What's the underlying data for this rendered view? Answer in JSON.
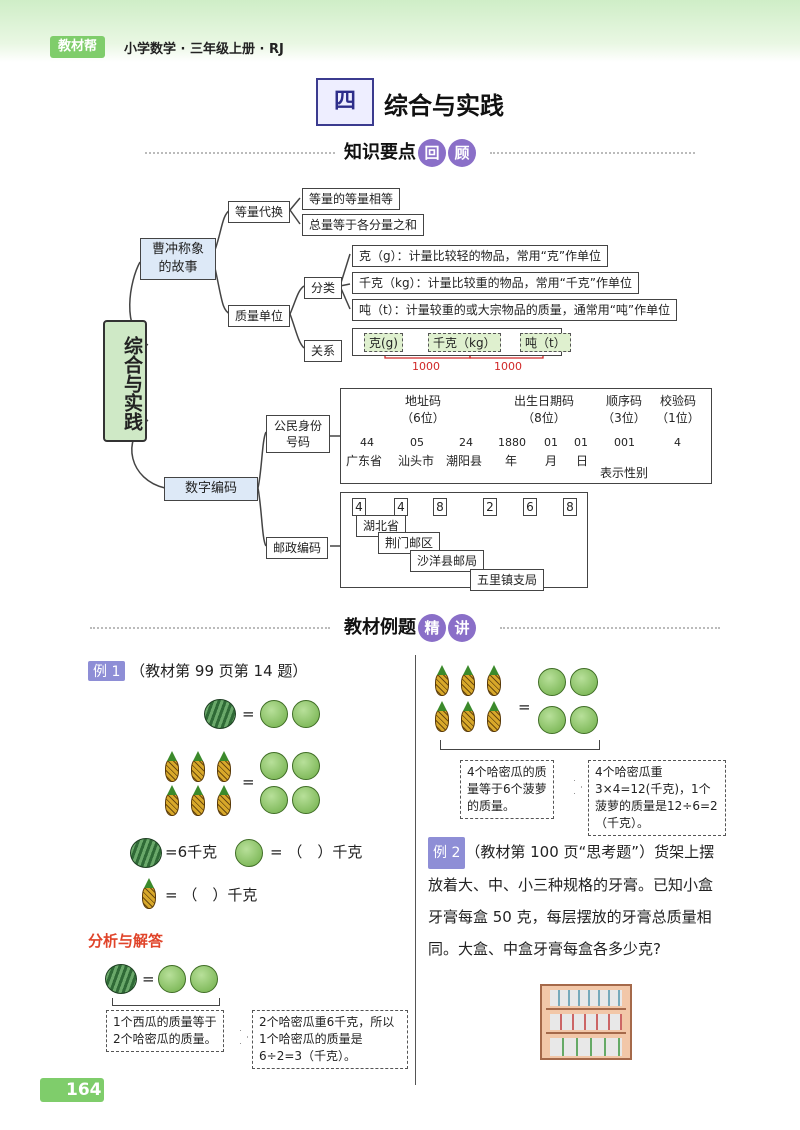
{
  "header": {
    "brand": "教材帮",
    "title": "小学数学 · 三年级上册 · RJ"
  },
  "chapter": {
    "number": "四",
    "title": "综合与实践"
  },
  "section1": {
    "title": "知识要点",
    "b1": "回",
    "b2": "顾"
  },
  "section2": {
    "title": "教材例题",
    "b1": "精",
    "b2": "讲"
  },
  "mindmap": {
    "root": "综合与实践",
    "story": "曹冲称象的故事",
    "equal_sub": "等量代换",
    "equal_items": [
      "等量的等量相等",
      "总量等于各分量之和"
    ],
    "mass_unit": "质量单位",
    "classify": "分类",
    "classify_items": [
      "克（g）：计量比较轻的物品，常用“克”作单位",
      "千克（kg）：计量比较重的物品，常用“千克”作单位",
      "吨（t）：计量较重的或大宗物品的质量，通常用“吨”作单位"
    ],
    "relation": "关系",
    "rel_units": [
      "克(g)",
      "千克（kg）",
      "吨（t）"
    ],
    "rel_nums": [
      "1000",
      "1000"
    ],
    "digital": "数字编码",
    "id_card": "公民身份号码",
    "id": {
      "addr_title": "地址码",
      "addr_digits": "（6位）",
      "birth_title": "出生日期码",
      "birth_digits": "（8位）",
      "seq_title": "顺序码",
      "seq_digits": "（3位）",
      "check_title": "校验码",
      "check_digits": "（1位）",
      "codes": [
        "44",
        "05",
        "24",
        "1880",
        "01",
        "01",
        "001",
        "4"
      ],
      "names": [
        "广东省",
        "汕头市",
        "潮阳县",
        "年",
        "月",
        "日"
      ],
      "gender": "表示性别"
    },
    "postal": "邮政编码",
    "post": {
      "digits": [
        "4",
        "4",
        "8",
        "2",
        "6",
        "8"
      ],
      "labels": [
        "湖北省",
        "荆门邮区",
        "沙洋县邮局",
        "五里镇支局"
      ]
    }
  },
  "example1": {
    "label": "例 1",
    "ref": "（教材第 99 页第 14 题）",
    "eq1": "=",
    "eq2": "=",
    "q1a": "=6千克",
    "q1b": "= （　）千克",
    "q2": "= （　）千克",
    "analysis": "分析与解答",
    "box1": "1个西瓜的质量等于2个哈密瓜的质量。",
    "box2": "2个哈密瓜重6千克，所以1个哈密瓜的质量是6÷2=3（千克）。",
    "box3": "4个哈密瓜的质量等于6个菠萝的质量。",
    "box4": "4个哈密瓜重3×4=12(千克)，1个菠萝的质量是12÷6=2（千克）。"
  },
  "example2": {
    "label": "例 2",
    "text1": "（教材第 100 页“思考题”）货架上摆",
    "text2": "放着大、中、小三种规格的牙膏。已知小盒",
    "text3": "牙膏每盒 50 克，每层摆放的牙膏总质量相",
    "text4": "同。大盒、中盒牙膏每盒各多少克?"
  },
  "footer": {
    "page": "164"
  }
}
